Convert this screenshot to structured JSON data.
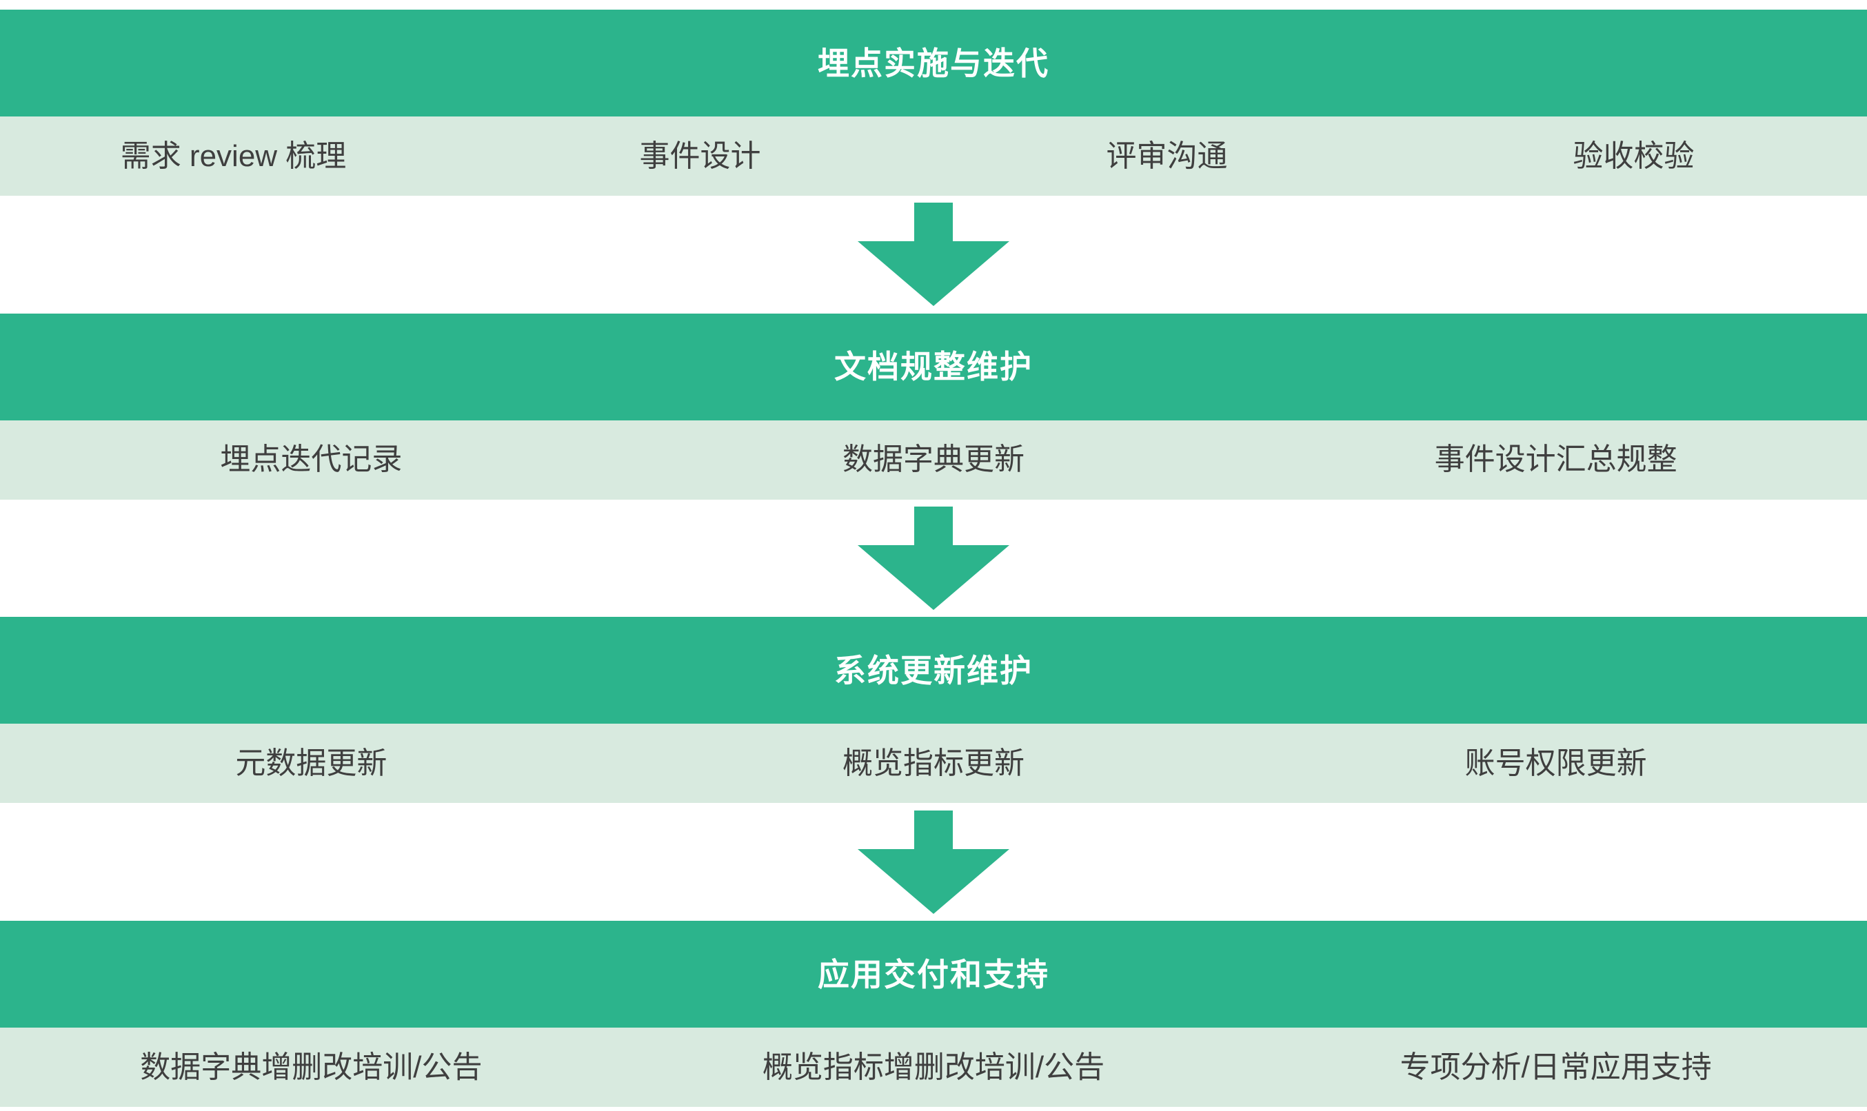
{
  "colors": {
    "header_bg": "#2CB48C",
    "items_bg": "#D8EADF",
    "header_text": "#FFFFFF",
    "item_text": "#3F3F3F",
    "arrow": "#2CB48C",
    "page_bg": "#FFFFFF"
  },
  "diagram": {
    "type": "vertical-flow",
    "sections": [
      {
        "title": "埋点实施与迭代",
        "items": [
          "需求 review 梳理",
          "事件设计",
          "评审沟通",
          "验收校验"
        ]
      },
      {
        "title": "文档规整维护",
        "items": [
          "埋点迭代记录",
          "数据字典更新",
          "事件设计汇总规整"
        ]
      },
      {
        "title": "系统更新维护",
        "items": [
          "元数据更新",
          "概览指标更新",
          "账号权限更新"
        ]
      },
      {
        "title": "应用交付和支持",
        "items": [
          "数据字典增删改培训/公告",
          "概览指标增删改培训/公告",
          "专项分析/日常应用支持"
        ]
      }
    ],
    "connectors": [
      {
        "icon": "arrow-down-icon"
      },
      {
        "icon": "arrow-down-icon"
      },
      {
        "icon": "arrow-down-icon"
      }
    ]
  }
}
